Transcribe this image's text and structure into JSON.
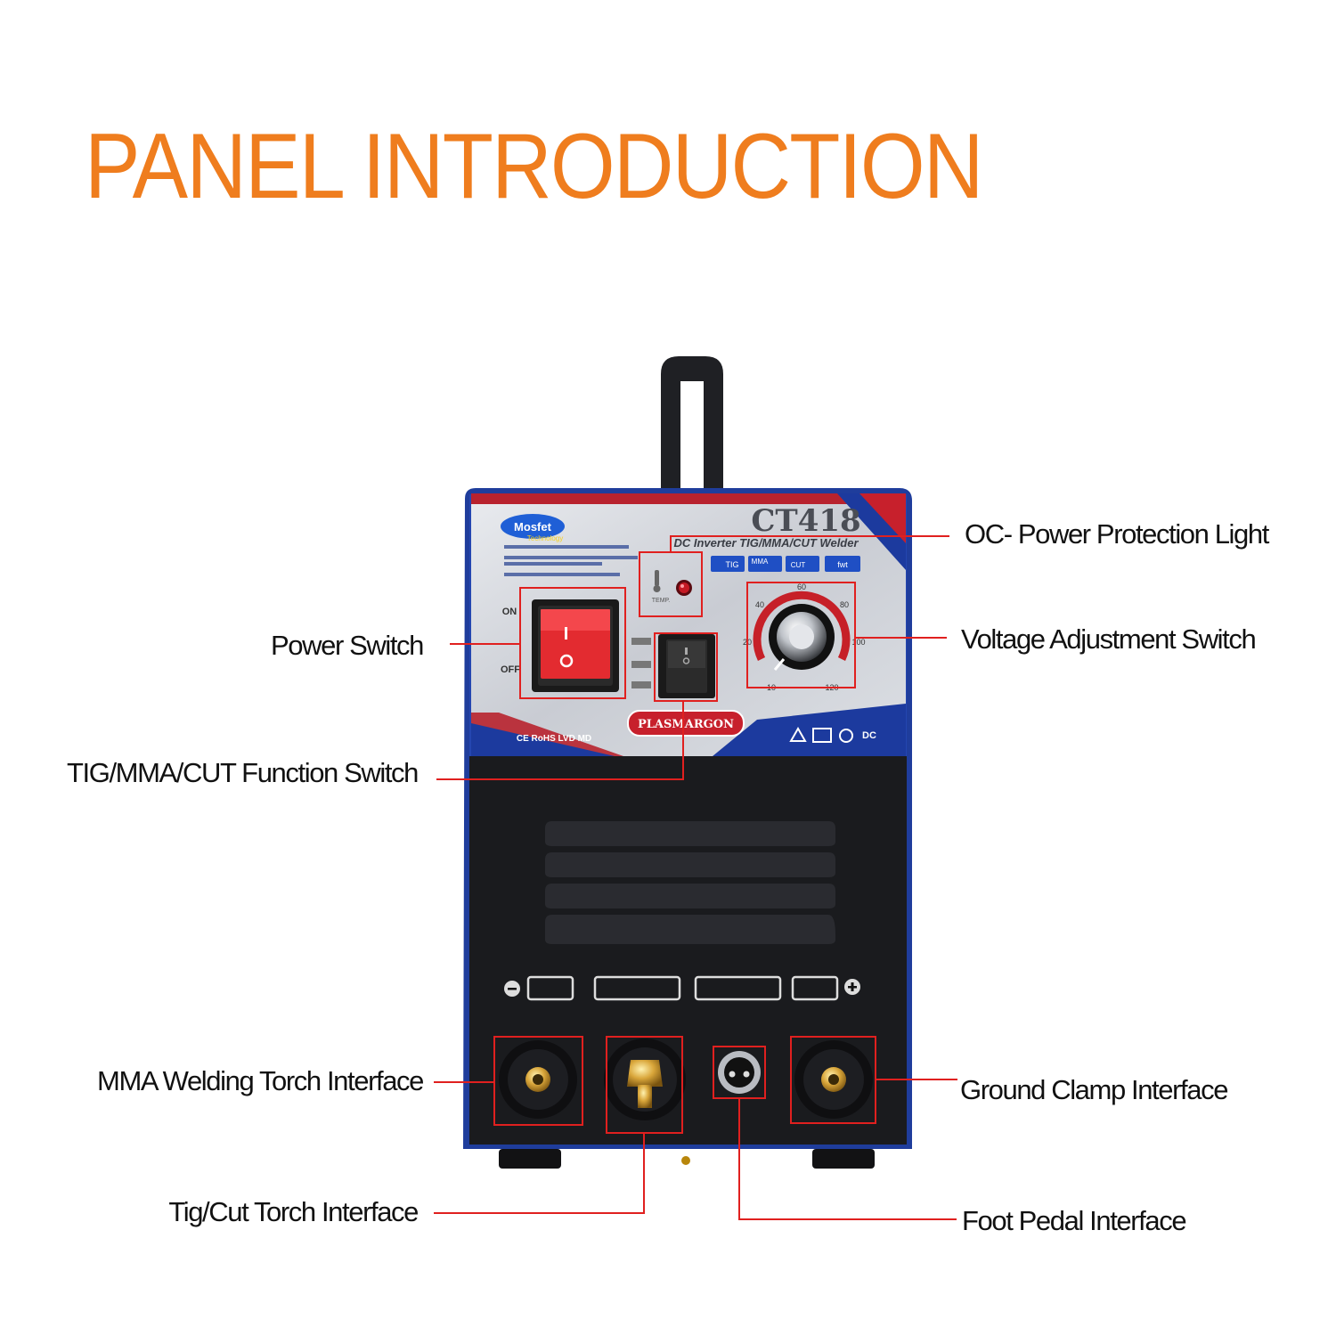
{
  "heading": "PANEL INTRODUCTION",
  "accent_color": "#ef7d1e",
  "callout_color": "#e0201f",
  "machine": {
    "model": "CT418",
    "brand_badge": "Mosfet",
    "brand_badge_sub": "Technology",
    "subtitle": "DC Inverter TIG/MMA/CUT Welder",
    "mode_tags": [
      "TIG",
      "MMA",
      "CUT",
      "fwt"
    ],
    "brand_plate": "PLASMARGON",
    "cert_text": "CE RoHS LVD MD",
    "power_on": "ON",
    "power_off": "OFF",
    "temp_label": "TEMP.",
    "dc_label": "DC",
    "dial_ticks": [
      "10",
      "20",
      "40",
      "60",
      "80",
      "100",
      "120"
    ]
  },
  "labels": {
    "oc_light": "OC- Power Protection Light",
    "power_switch": "Power Switch",
    "voltage_switch": "Voltage Adjustment Switch",
    "function_switch": "TIG/MMA/CUT Function Switch",
    "mma_torch": "MMA  Welding  Torch Interface",
    "ground_clamp": "Ground  Clamp  Interface",
    "tig_cut_torch": "Tig/Cut  Torch  Interface",
    "foot_pedal": "Foot  Pedal  Interface"
  }
}
